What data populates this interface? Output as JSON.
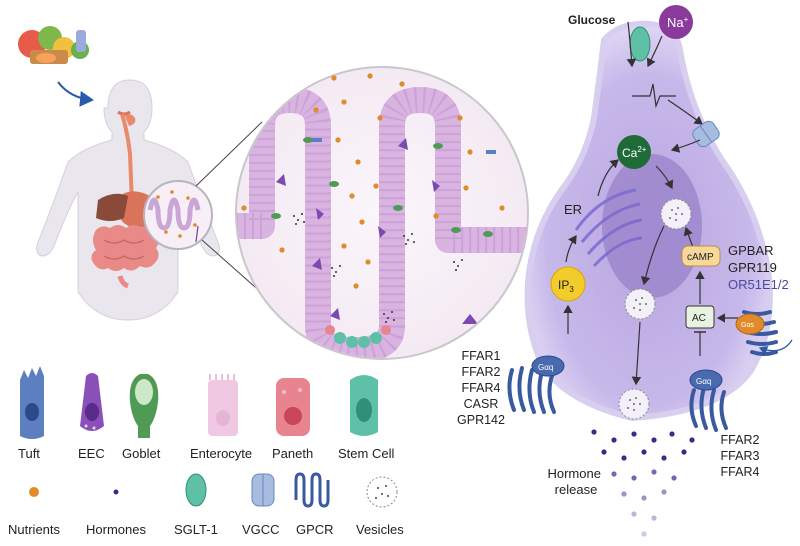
{
  "cell_diagram": {
    "glucose": "Glucose",
    "na": "Na",
    "na_sup": "+",
    "ca": "Ca",
    "ca_sup": "2+",
    "er": "ER",
    "ip3": "IP",
    "ip3_sub": "3",
    "camp": "cAMP",
    "ac": "AC",
    "gaq_left": "Gαq",
    "gaq_right": "Gαq",
    "gas": "Gαs",
    "hormone_release": [
      "Hormone",
      "release"
    ]
  },
  "receptors": {
    "right_top": [
      "GPBAR",
      "GPR119",
      "OR51E1/2"
    ],
    "right_top_highlight_color": "#4a4aa0",
    "left": [
      "FFAR1",
      "FFAR2",
      "FFAR4",
      "CASR",
      "GPR142"
    ],
    "right_bottom": [
      "FFAR2",
      "FFAR3",
      "FFAR4"
    ]
  },
  "cell_types": [
    {
      "label": "Tuft",
      "icon": "tuft-cell-icon",
      "color": "#5b7fc0"
    },
    {
      "label": "EEC",
      "icon": "eec-cell-icon",
      "color": "#8a4fb8"
    },
    {
      "label": "Goblet",
      "icon": "goblet-cell-icon",
      "color": "#4f9a55"
    },
    {
      "label": "Enterocyte",
      "icon": "enterocyte-cell-icon",
      "color": "#f0c8e2"
    },
    {
      "label": "Paneth",
      "icon": "paneth-cell-icon",
      "color": "#e8848f"
    },
    {
      "label": "Stem Cell",
      "icon": "stem-cell-icon",
      "color": "#5fc0a8"
    }
  ],
  "legend": [
    {
      "label": "Nutrients",
      "icon": "nutrient-dot-icon",
      "color": "#e08a2a"
    },
    {
      "label": "Hormones",
      "icon": "hormone-dot-icon",
      "color": "#3a2a8a"
    },
    {
      "label": "SGLT-1",
      "icon": "sglt1-icon",
      "color": "#5fc0a8"
    },
    {
      "label": "VGCC",
      "icon": "vgcc-icon",
      "color": "#a8bce0"
    },
    {
      "label": "GPCR",
      "icon": "gpcr-icon",
      "color": "#3a5aa0"
    },
    {
      "label": "Vesicles",
      "icon": "vesicle-icon",
      "color": "#555555"
    }
  ]
}
